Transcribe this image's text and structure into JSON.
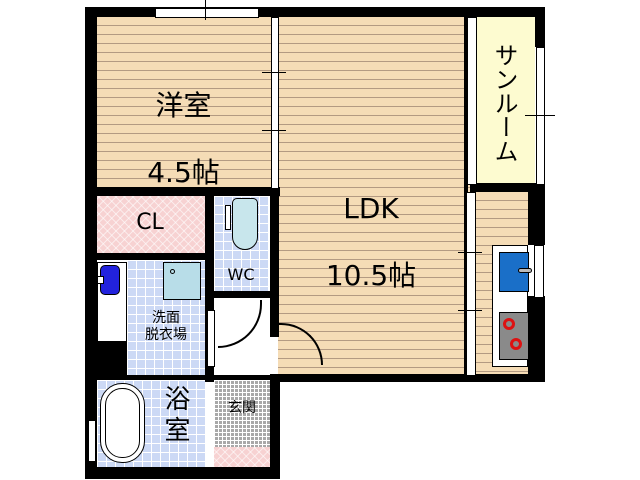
{
  "plan": {
    "rooms": [
      {
        "id": "western-room",
        "name": "洋室",
        "size": "4.5帖"
      },
      {
        "id": "ldk",
        "name": "LDK",
        "size": "10.5帖"
      },
      {
        "id": "sunroom",
        "name": "サンルーム"
      },
      {
        "id": "closet",
        "name": "CL"
      },
      {
        "id": "wc",
        "name": "WC"
      },
      {
        "id": "washroom",
        "name": "洗面\n脱衣場"
      },
      {
        "id": "bathroom",
        "name": "浴\n室"
      },
      {
        "id": "entrance",
        "name": "玄関"
      }
    ]
  },
  "colors": {
    "wood_floor": "#f5dcb6",
    "sunroom": "#fdfbd0",
    "closet": "#f7d2d2",
    "tile": "#ccd9f5",
    "entrance": "#a8a8a8",
    "sink": "#1a6fc8",
    "washer_tap": "#2222dd",
    "stove_burner": "#dd1111",
    "wall": "#000000"
  }
}
